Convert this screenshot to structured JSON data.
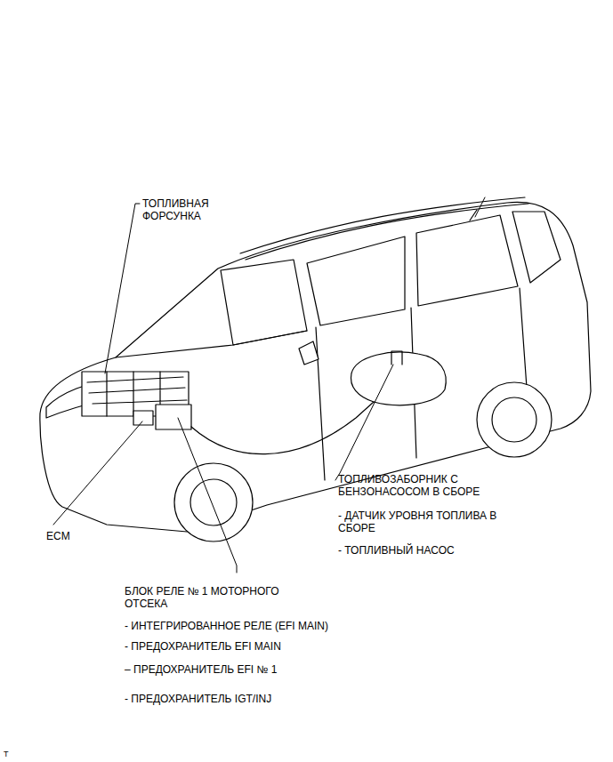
{
  "diagram": {
    "labels": [
      "ТОПЛИВНАЯ ФОРСУНКА",
      "ТОПЛИВОЗАБОРНИК С БЕНЗОНАСОСОМ В СБОРЕ",
      "- ДАТЧИК УРОВНЯ ТОПЛИВА В СБОРЕ",
      "- ТОПЛИВНЫЙ НАСОС",
      "ECM",
      "БЛОК РЕЛЕ № 1 МОТОРНОГО ОТСЕКА",
      "- ИНТЕГРИРОВАННОЕ РЕЛЕ (EFI MAIN)",
      "- ПРЕДОХРАНИТЕЛЬ EFI MAIN",
      "– ПРЕДОХРАНИТЕЛЬ EFI № 1",
      "- ПРЕДОХРАНИТЕЛЬ IGT/INJ",
      "T"
    ]
  }
}
